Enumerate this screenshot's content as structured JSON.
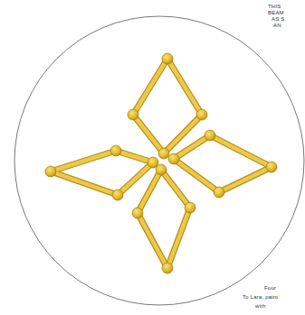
{
  "diagram": {
    "labels": [
      "THIS",
      "BEAM",
      "AS S",
      "AN",
      "Four",
      "To Lara, paint",
      "with"
    ]
  }
}
